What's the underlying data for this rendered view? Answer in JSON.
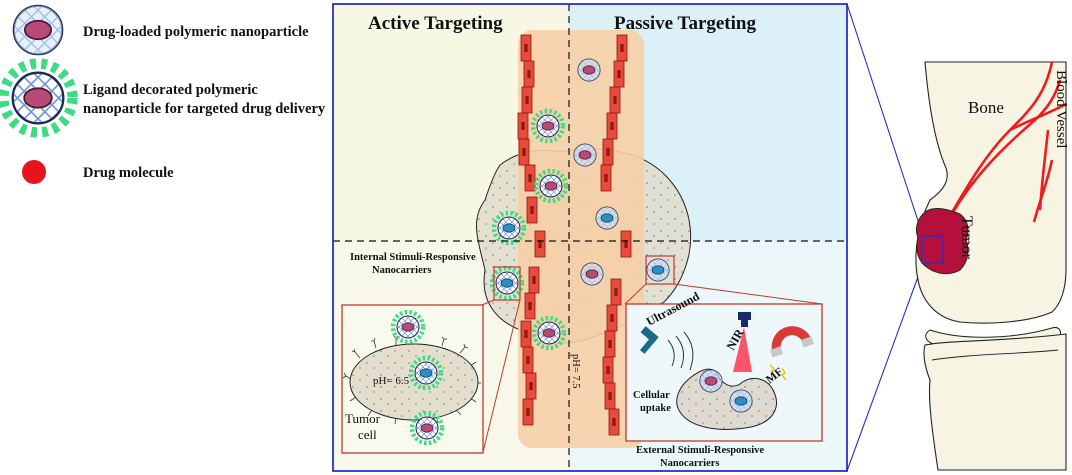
{
  "legend": {
    "items": [
      {
        "label": "Drug-loaded polymeric nanoparticle"
      },
      {
        "label_line1": "Ligand decorated polymeric",
        "label_line2": "nanoparticle for targeted drug delivery"
      },
      {
        "label": "Drug molecule"
      }
    ]
  },
  "panel": {
    "active_title": "Active Targeting",
    "passive_title": "Passive Targeting",
    "internal_line1": "Internal Stimuli-Responsive",
    "internal_line2": "Nanocarriers",
    "external_line1": "External Stimuli-Responsive",
    "external_line2": "Nanocarriers",
    "ph_tumor": "pH= 6.5",
    "ph_blood": "pH= 7.5",
    "tumor_cell_line1": "Tumor",
    "tumor_cell_line2": "cell",
    "ultrasound": "Ultrasound",
    "nir": "NIR",
    "amf": "AMF",
    "cellular_line1": "Cellular",
    "cellular_line2": "uptake"
  },
  "bone": {
    "bone_label": "Bone",
    "blood_vessel_label": "Blood Vessel",
    "tumor_label": "Tumor"
  },
  "colors": {
    "active_bg": "#f7f8e4",
    "passive_bg": "#dcf0f7",
    "vessel": "#f6cfa6",
    "endothelial": "#e84a3c",
    "ligand": "#3ddc84",
    "drug": "#e8141c",
    "frame": "#2431c9",
    "bone_fill": "#f8f4e3",
    "tumor_fill": "#b5103b"
  }
}
